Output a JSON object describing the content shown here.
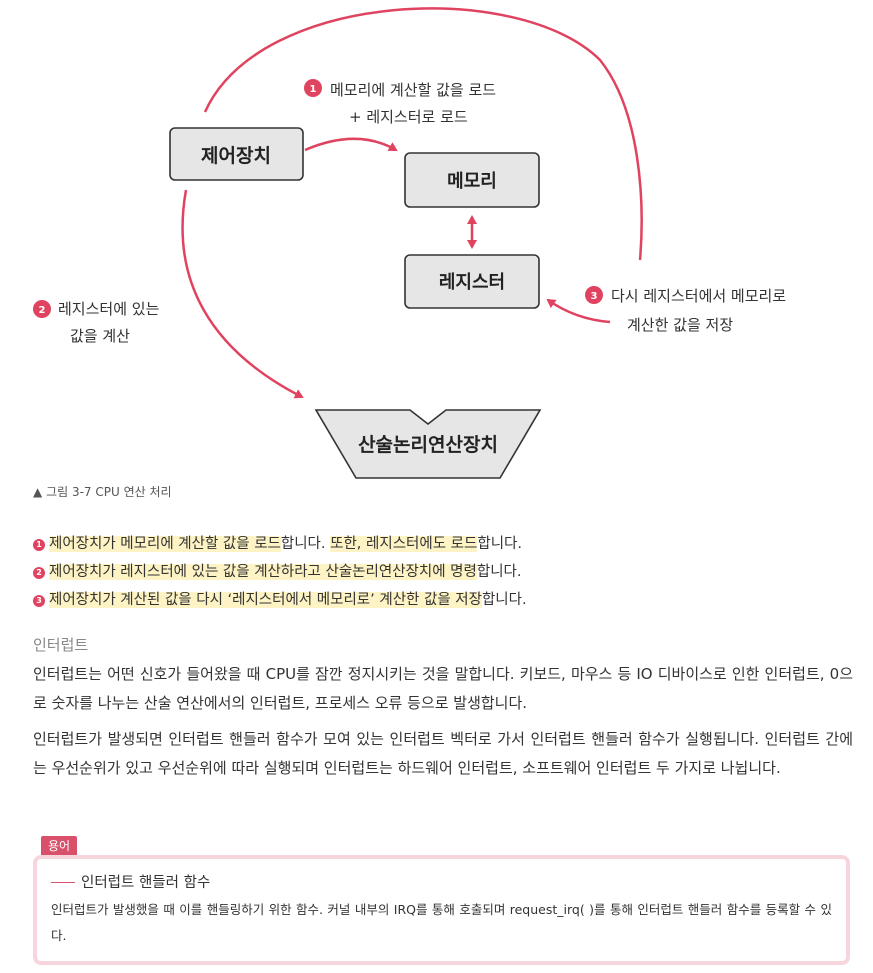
{
  "diagram": {
    "boxes": {
      "control_unit": "제어장치",
      "memory": "메모리",
      "register": "레지스터",
      "alu": "산술논리연산장치"
    },
    "annotations": {
      "step1_line1": "메모리에 계산할 값을 로드",
      "step1_line2": "+ 레지스터로 로드",
      "step2_line1": "레지스터에 있는",
      "step2_line2": "값을 계산",
      "step3_line1": "다시 레지스터에서 메모리로",
      "step3_line2": "계산한 값을 저장"
    },
    "badges": [
      "1",
      "2",
      "3"
    ],
    "accent_color": "#e0435f"
  },
  "caption": "▲ 그림 3-7 CPU 연산 처리",
  "steps": [
    {
      "num": "1",
      "parts": [
        {
          "text": "제어장치가 메모리에 계산할 값을 로드",
          "hl": true
        },
        {
          "text": "합니다. ",
          "hl": false
        },
        {
          "text": "또한, 레지스터에도 로드",
          "hl": true
        },
        {
          "text": "합니다.",
          "hl": false
        }
      ]
    },
    {
      "num": "2",
      "parts": [
        {
          "text": "제어장치가 레지스터에 있는 값을 계산하라고 산술논리연산장치",
          "hl": true
        },
        {
          "text": "에 명령",
          "hl": true
        },
        {
          "text": "합니다.",
          "hl": false
        }
      ]
    },
    {
      "num": "3",
      "parts": [
        {
          "text": "제어장치가 계산된 값을 다시 ‘레지스터에서 메모리로’ 계산한 값을 저장",
          "hl": true
        },
        {
          "text": "합니다.",
          "hl": false
        }
      ]
    }
  ],
  "section_title": "인터럽트",
  "para1": "인터럽트는 어떤 신호가 들어왔을 때 CPU를 잠깐 정지시키는 것을 말합니다. 키보드, 마우스 등 IO 디바이스로 인한 인터럽트, 0으로 숫자를 나누는 산술 연산에서의 인터럽트, 프로세스 오류 등으로 발생합니다.",
  "para2": "인터럽트가 발생되면 인터럽트 핸들러 함수가 모여 있는 인터럽트 벡터로 가서 인터럽트 핸들러 함수가 실행됩니다. 인터럽트 간에는 우선순위가 있고 우선순위에 따라 실행되며 인터럽트는 하드웨어 인터럽트, 소프트웨어 인터럽트 두 가지로 나뉩니다.",
  "term": {
    "tag": "용어",
    "title": "인터럽트 핸들러 함수",
    "body": "인터럽트가 발생했을 때 이를 핸들링하기 위한 함수. 커널 내부의 IRQ를 통해 호출되며 request_irq( )를 통해 인터럽트 핸들러 함수를 등록할 수 있다."
  }
}
